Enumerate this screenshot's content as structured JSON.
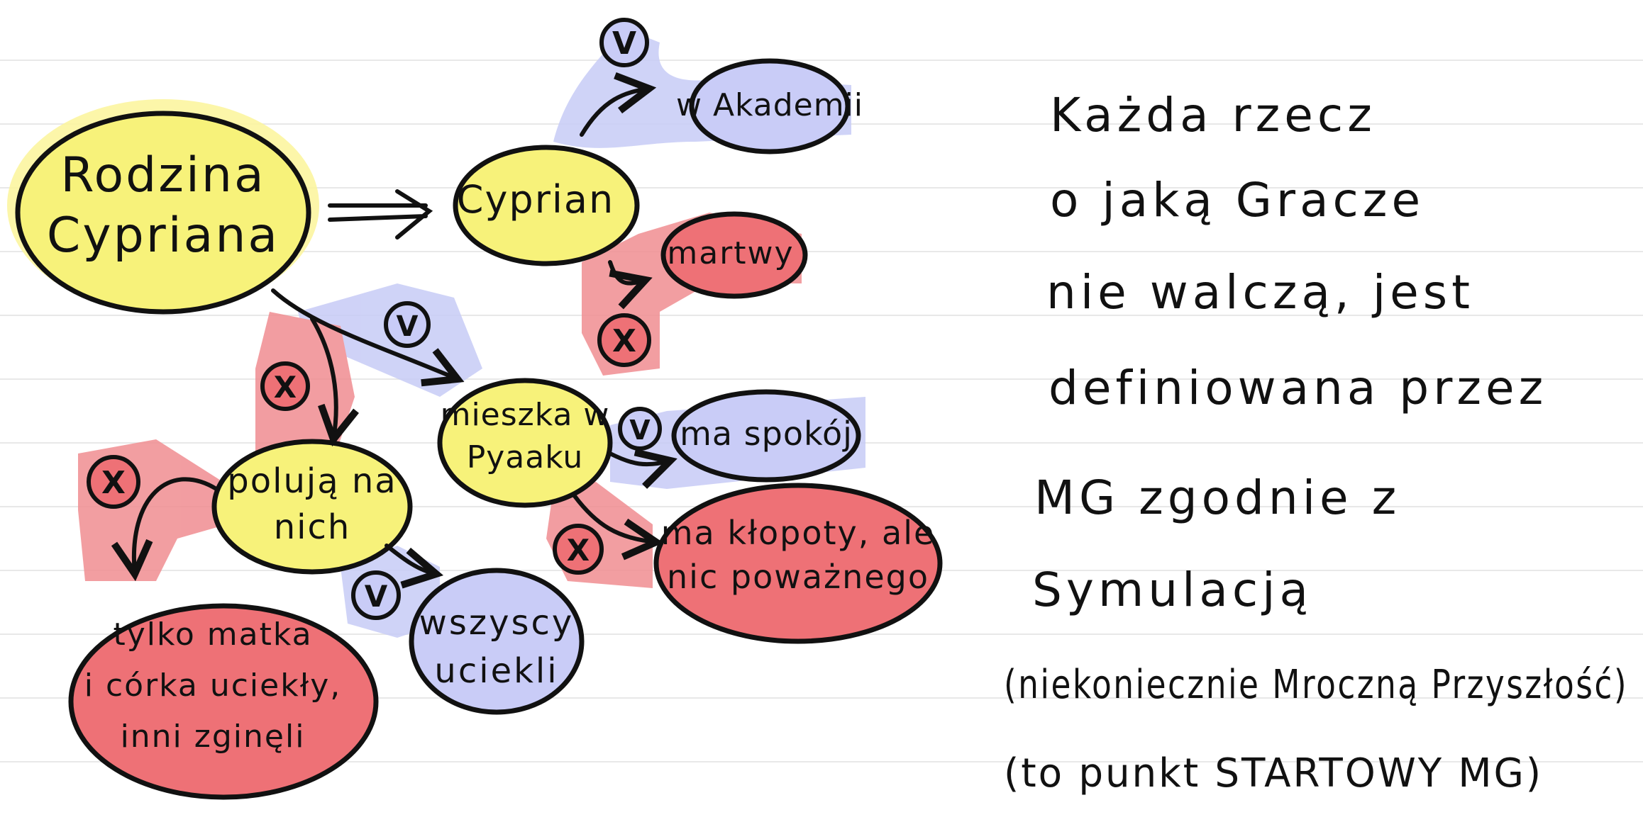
{
  "colors": {
    "background": "#ffffff",
    "ruled_line": "#e6e6e6",
    "ink": "#111111",
    "yellow": "#f7f27a",
    "yellow_halo": "#fbf59a",
    "blue": "#c9ccf7",
    "blue_halo": "#c7cbf6",
    "red": "#ee7176",
    "red_halo": "#f08d91"
  },
  "nodes": {
    "rodzina": "Rodzina\nCypriana",
    "cyprian": "Cyprian",
    "akademii": "w Akademii",
    "martwy": "martwy",
    "mieszka": "mieszka w\nPyaaku",
    "ma_spokoj": "ma spokój",
    "ma_klopoty": "ma kłopoty, ale\nnic poważnego",
    "poluja": "polują na\nnich",
    "wszyscy": "wszyscy\nuciekli",
    "tylko_matka": "tylko matka\ni córka uciekły,\ninni zginęli"
  },
  "markers": {
    "check": "V",
    "cross": "X"
  },
  "notes": {
    "lines": [
      "Każda rzecz",
      "o jaką Gracze",
      "nie walczą, jest",
      "definiowana przez",
      "MG zgodnie z",
      "Symulacją",
      "(niekoniecznie Mroczną Przyszłość)",
      "(to punkt STARTOWY MG)"
    ]
  }
}
